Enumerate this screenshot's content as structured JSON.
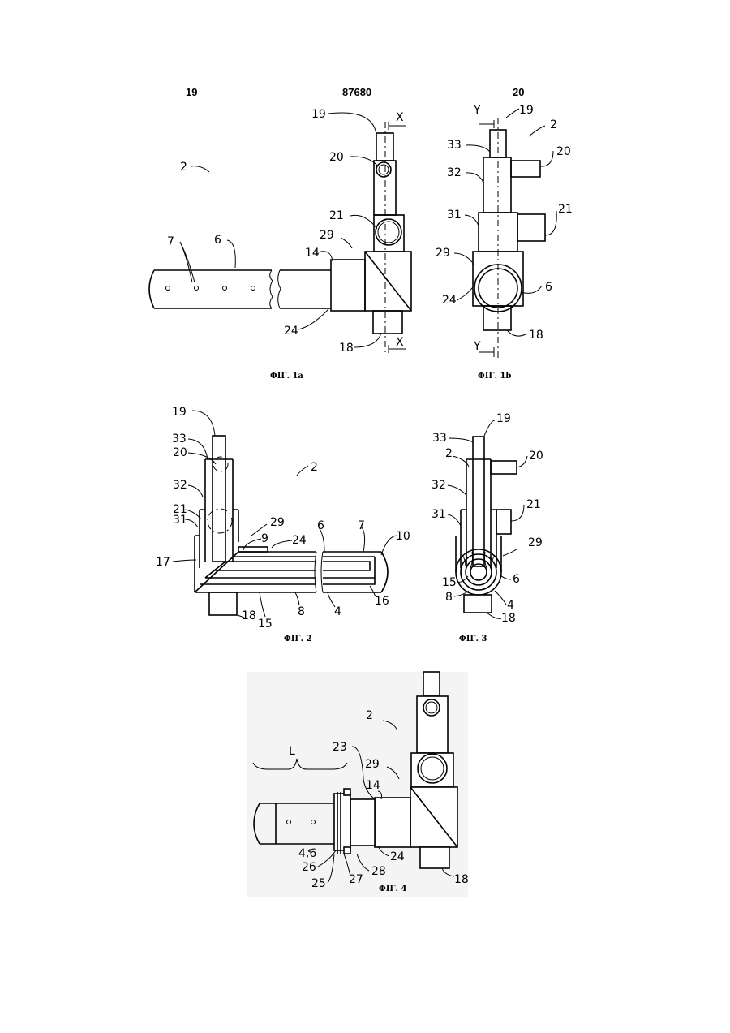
{
  "header": {
    "left_page": "19",
    "doc_number": "87680",
    "right_page": "20"
  },
  "figures": {
    "fig1a": {
      "caption": "ΦΙΓ. 1a",
      "labels": {
        "r2": "2",
        "r7": "7",
        "r6": "6",
        "r14": "14",
        "r29": "29",
        "r24": "24",
        "r19": "19",
        "r20": "20",
        "r21": "21",
        "r18": "18",
        "xt": "X",
        "xb": "X"
      }
    },
    "fig1b": {
      "caption": "ΦΙΓ. 1b",
      "labels": {
        "r2": "2",
        "r19": "19",
        "r33": "33",
        "r32": "32",
        "r20": "20",
        "r31": "31",
        "r21": "21",
        "r29": "29",
        "r24": "24",
        "r6": "6",
        "r18": "18",
        "yt": "Y",
        "yb": "Y"
      }
    },
    "fig2": {
      "caption": "ΦΙΓ. 2",
      "labels": {
        "r19": "19",
        "r33": "33",
        "r20": "20",
        "r32": "32",
        "r21": "21",
        "r31": "31",
        "r2": "2",
        "r29": "29",
        "r9": "9",
        "r24": "24",
        "r6": "6",
        "r7": "7",
        "r10": "10",
        "r17": "17",
        "r15": "15",
        "r8": "8",
        "r4": "4",
        "r16": "16",
        "r18": "18"
      }
    },
    "fig3": {
      "caption": "ΦΙΓ. 3",
      "labels": {
        "r33": "33",
        "r19": "19",
        "r2": "2",
        "r20": "20",
        "r32": "32",
        "r21": "21",
        "r31": "31",
        "r29": "29",
        "r15": "15",
        "r6": "6",
        "r8": "8",
        "r4": "4",
        "r18": "18"
      }
    },
    "fig4": {
      "caption": "ΦΙΓ. 4",
      "labels": {
        "r2": "2",
        "rL": "L",
        "r23": "23",
        "r29": "29",
        "r14": "14",
        "r46": "4,6",
        "r26": "26",
        "r24": "24",
        "r28": "28",
        "r25": "25",
        "r27": "27",
        "r18": "18"
      }
    }
  }
}
